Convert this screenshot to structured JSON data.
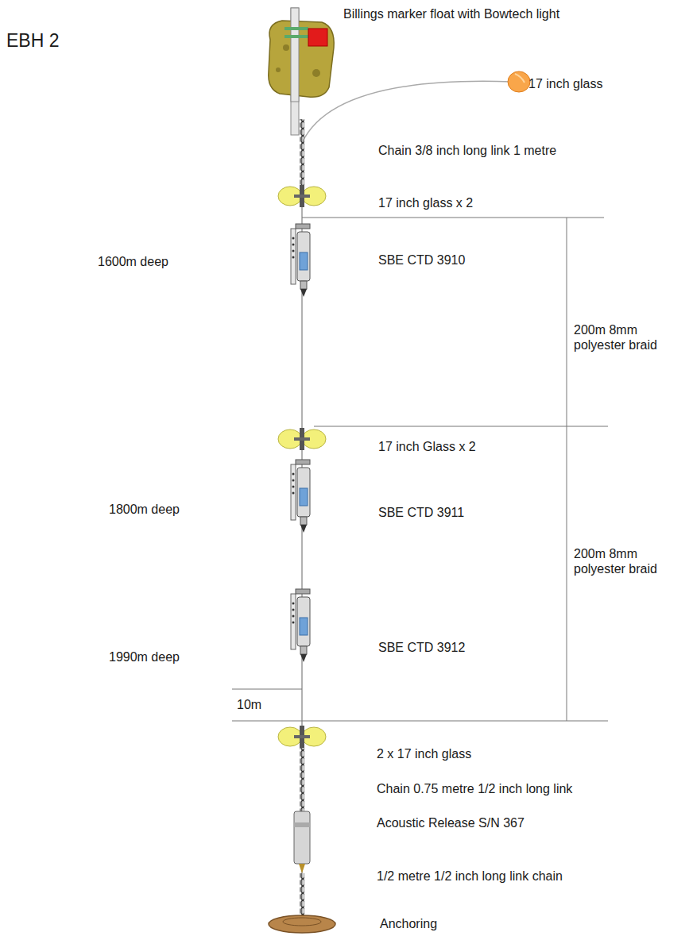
{
  "diagram": {
    "title": "EBH 2",
    "labels": [
      "Billings marker float with Bowtech light",
      "17 inch glass",
      "Chain 3/8 inch long link 1 metre",
      "17 inch glass x 2",
      "1600m deep",
      "SBE CTD 3910",
      "200m 8mm polyester braid",
      "17 inch Glass x 2",
      "1800m deep",
      "SBE CTD 3911",
      "200m 8mm polyester braid",
      "1990m deep",
      "SBE CTD 3912",
      "10m",
      "2 x 17 inch glass",
      "Chain 0.75 metre 1/2 inch long link",
      "Acoustic Release S/N 367",
      "1/2 metre 1/2 inch long link chain",
      "Anchoring"
    ]
  }
}
